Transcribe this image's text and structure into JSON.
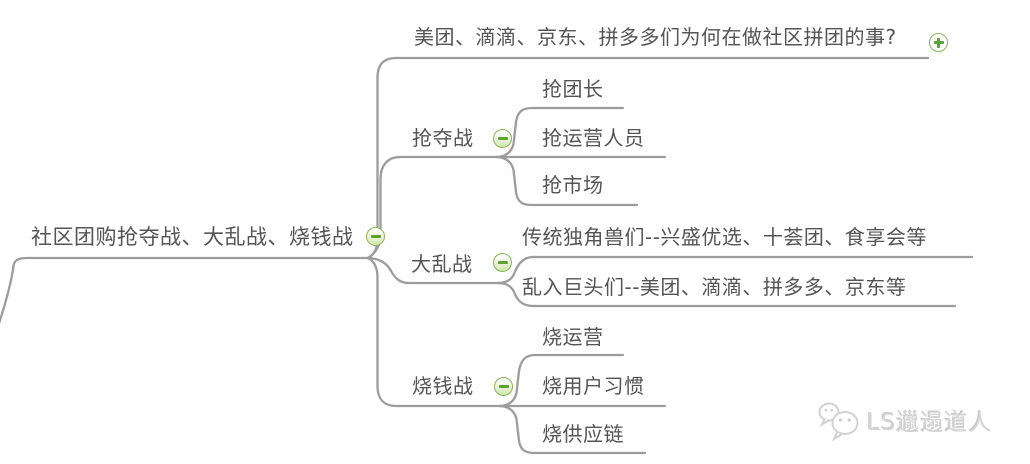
{
  "app": {
    "type": "mind-map"
  },
  "colors": {
    "background": "#ffffff",
    "edge_line": "#9c9c9c",
    "topic_text": "#545454",
    "icon_border": "#88b457",
    "icon_glyph": "#5ba233",
    "watermark_text": "#d4d4d4"
  },
  "root": {
    "label": "社区团购抢夺战、大乱战、烧钱战",
    "collapse_icon": "minus-icon"
  },
  "question_branch": {
    "label": "美团、滴滴、京东、拼多多们为何在做社区拼团的事?",
    "expand_icon": "plus-icon"
  },
  "battles": [
    {
      "label": "抢夺战",
      "collapse_icon": "minus-icon",
      "children": [
        "抢团长",
        "抢运营人员",
        "抢市场"
      ]
    },
    {
      "label": "大乱战",
      "collapse_icon": "minus-icon",
      "children": [
        "传统独角兽们--兴盛优选、十荟团、食享会等",
        "乱入巨头们--美团、滴滴、拼多多、京东等"
      ]
    },
    {
      "label": "烧钱战",
      "collapse_icon": "minus-icon",
      "children": [
        "烧运营",
        "烧用户习惯",
        "烧供应链"
      ]
    }
  ],
  "watermark": {
    "label": "LS邋遢道人",
    "icon": "wechat-icon"
  }
}
